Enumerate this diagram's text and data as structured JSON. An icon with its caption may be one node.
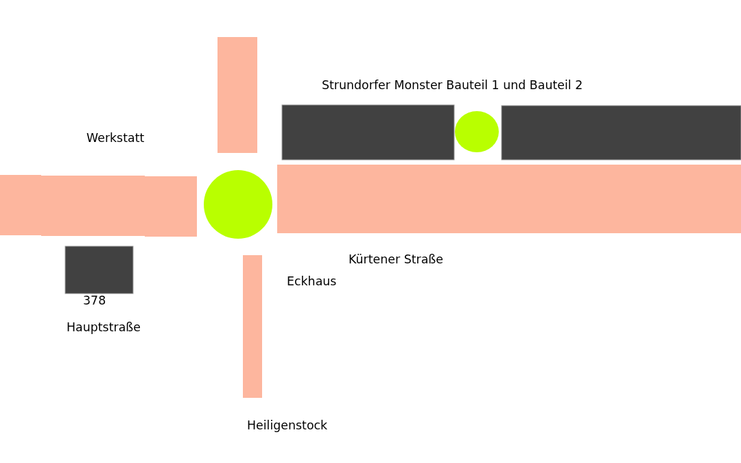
{
  "diagram": {
    "labels": [
      "Strundorfer Monster Bauteil 1 und Bauteil 2",
      "Werkstatt",
      "Kürtener Straße",
      "Eckhaus",
      "378",
      "Hauptstraße",
      "Heiligenstock"
    ]
  }
}
